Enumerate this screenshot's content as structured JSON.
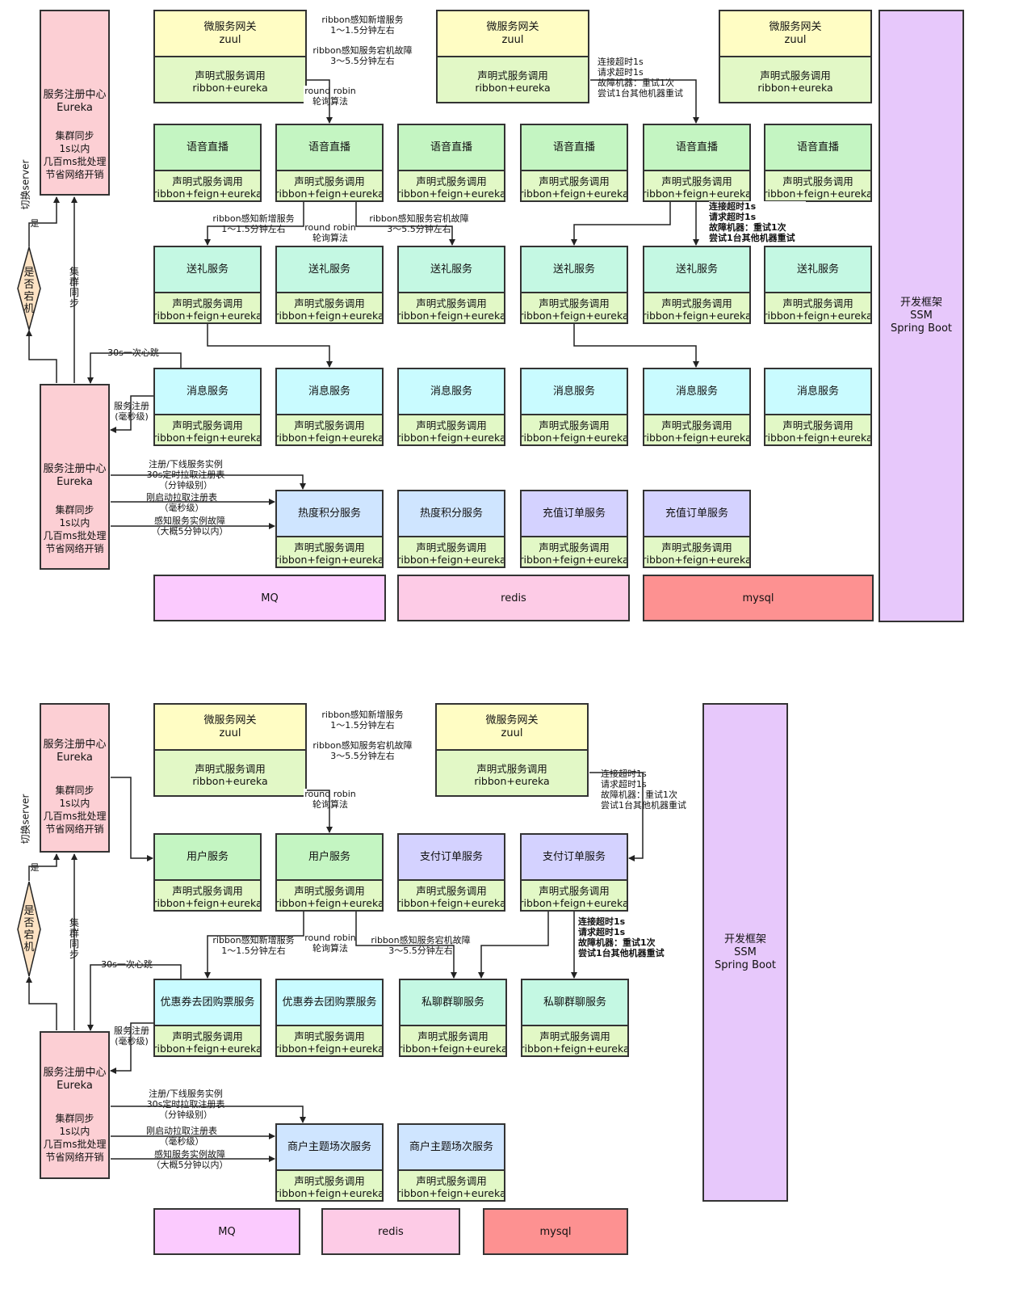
{
  "gateway": {
    "title": "微服务网关\nzuul",
    "sub": "声明式服务调用\nribbon+eureka"
  },
  "feign_sub": "声明式服务调用\nribbon+feign+eureka",
  "eureka": {
    "title": "服务注册中心\nEureka",
    "sub": "集群同步\n1s以内\n几百ms批处理\n节省网络开销"
  },
  "switch_label": "切换server",
  "yes_label": "是",
  "diamond_label": "是否宕机",
  "cluster_sync_label": "集群同步",
  "heartbeat_label": "30s一次心跳",
  "register_label": "服务注册\n(毫秒级)",
  "reg_offline_label": "注册/下线服务实例\n30s定时拉取注册表\n（分钟级别）",
  "startup_pull_label": "刚启动拉取注册表\n（毫秒级）",
  "failure_sense_label": "感知服务实例故障\n（大概5分钟以内）",
  "ribbon_new_label": "ribbon感知新增服务\n1～1.5分钟左右",
  "ribbon_down_label": "ribbon感知服务宕机故障\n3～5.5分钟左右",
  "round_robin_label": "round robin\n轮询算法",
  "timeout_label": "连接超时1s\n请求超时1s\n故障机器：重试1次\n尝试1台其他机器重试",
  "framework": "开发框架\nSSM\nSpring Boot",
  "storage": {
    "mq": "MQ",
    "redis": "redis",
    "mysql": "mysql"
  },
  "services": {
    "voice": "语音直播",
    "gift": "送礼服务",
    "message": "消息服务",
    "hot": "热度积分服务",
    "recharge": "充值订单服务",
    "user": "用户服务",
    "pay": "支付订单服务",
    "coupon": "优惠券去团购票服务",
    "chat": "私聊群聊服务",
    "merchant": "商户主题场次服务"
  },
  "colors": {
    "eureka": "#fccfd4",
    "gateway": "#fffdc4",
    "call": "#e2f8c6",
    "mq": "#fbcafe",
    "redis": "#fdcbe6",
    "mysql": "#fd9191",
    "framework": "#e7c8fb"
  }
}
